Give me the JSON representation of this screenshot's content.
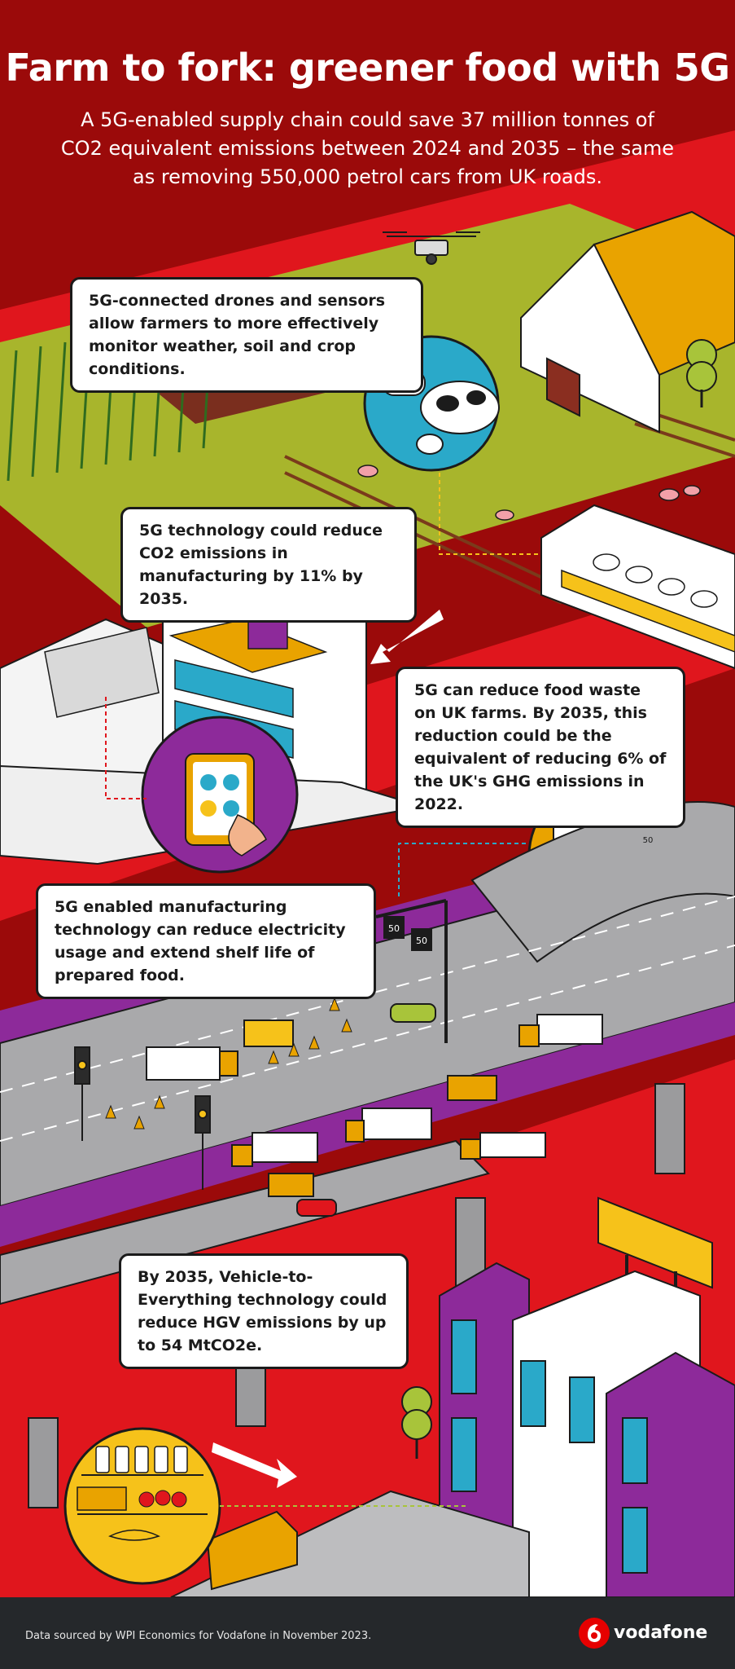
{
  "header": {
    "title": "Farm to fork: greener food with 5G",
    "subtitle": "A 5G-enabled supply chain could save 37 million tonnes of CO2 equivalent emissions between 2024 and 2035 – the same as removing 550,000 petrol cars from UK roads."
  },
  "callouts": {
    "drones": "5G-connected drones and sensors allow farmers to more effectively monitor weather, soil and crop conditions.",
    "manufacturing_co2": "5G technology could reduce CO2 emissions in manufacturing by 11% by 2035.",
    "food_waste": "5G can reduce food waste on UK farms. By 2035, this reduction could be the equivalent of reducing 6% of the UK's GHG emissions in 2022.",
    "electricity": "5G enabled manufacturing technology can reduce electricity usage and extend shelf life of prepared food.",
    "hgv": "By 2035, Vehicle-to-Everything technology could reduce HGV emissions by up to 54 MtCO2e."
  },
  "road_signs": {
    "speed_1": "50",
    "speed_2": "50",
    "screen_speed": "50"
  },
  "footer": {
    "source": "Data sourced by WPI Economics for Vodafone in November 2023.",
    "brand": "vodafone"
  },
  "colors": {
    "background": "#9b0a0a",
    "red": "#e0161d",
    "grass": "#a8b52c",
    "purple": "#8d2a9a",
    "orange": "#e9a300",
    "road": "#a9a9ab",
    "footer": "#25282b",
    "brand": "#e60000"
  }
}
